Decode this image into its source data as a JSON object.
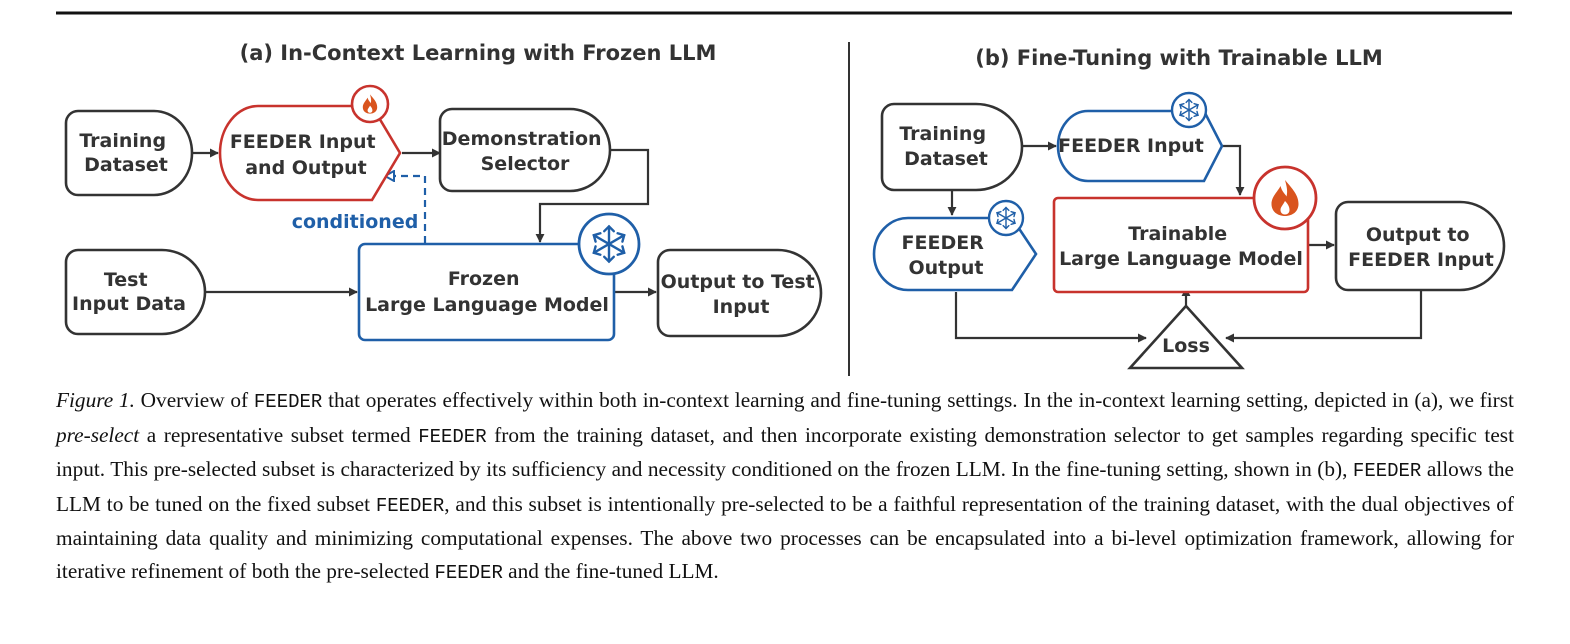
{
  "colors": {
    "frozen_blue": "#1f5fa8",
    "trainable_red": "#c8332d",
    "dark": "#333333",
    "fire": "#d9541e"
  },
  "panel_a": {
    "title": "(a) In-Context Learning with Frozen LLM",
    "training_dataset": [
      "Training",
      "Dataset"
    ],
    "feeder_io": [
      "FEEDER Input",
      "and Output"
    ],
    "demo_selector": [
      "Demonstration",
      "Selector"
    ],
    "test_input": [
      "Test",
      "Input Data"
    ],
    "frozen_llm": [
      "Frozen",
      "Large Language Model"
    ],
    "output_test": [
      "Output to Test",
      "Input"
    ],
    "conditioned": "conditioned"
  },
  "panel_b": {
    "title": "(b) Fine-Tuning with Trainable LLM",
    "training_dataset": [
      "Training",
      "Dataset"
    ],
    "feeder_input": [
      "FEEDER Input"
    ],
    "feeder_output": [
      "FEEDER",
      "Output"
    ],
    "trainable_llm": [
      "Trainable",
      "Large Language Model"
    ],
    "output_feeder": [
      "Output to",
      "FEEDER Input"
    ],
    "loss": "Loss"
  },
  "icons": {
    "fire": "fire-icon",
    "snowflake": "snowflake-icon"
  },
  "caption": {
    "label": "Figure 1.",
    "p1": " Overview of ",
    "name": "FEEDER",
    "p2": " that operates effectively within both in-context learning and fine-tuning settings. In the in-context learning setting, depicted in (a), we first ",
    "emph": "pre-select",
    "p3": " a representative subset termed ",
    "p4": " from the training dataset, and then incorporate existing demonstration selector to get samples regarding specific test input. This pre-selected subset is characterized by its sufficiency and necessity conditioned on the frozen LLM. In the fine-tuning setting, shown in (b), ",
    "p5": " allows the LLM to be tuned on the fixed subset ",
    "p6": ", and this subset is intentionally pre-selected to be a faithful representation of the training dataset, with the dual objectives of maintaining data quality and minimizing computational expenses. The above two processes can be encapsulated into a bi-level optimization framework, allowing for iterative refinement of both the pre-selected ",
    "p7": " and the fine-tuned LLM."
  }
}
